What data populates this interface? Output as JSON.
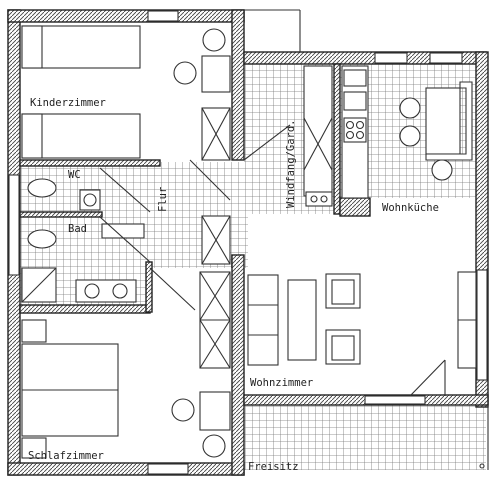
{
  "floor_plan": {
    "rooms": [
      {
        "id": "kinderzimmer",
        "label": "Kinderzimmer"
      },
      {
        "id": "wc",
        "label": "WC"
      },
      {
        "id": "bad",
        "label": "Bad"
      },
      {
        "id": "flur",
        "label": "Flur"
      },
      {
        "id": "windfang",
        "label": "Windfang/Gard."
      },
      {
        "id": "wohnkueche",
        "label": "Wohnküche"
      },
      {
        "id": "wohnzimmer",
        "label": "Wohnzimmer"
      },
      {
        "id": "schlafzimmer",
        "label": "Schlafzimmer"
      },
      {
        "id": "freisitz",
        "label": "Freisitz"
      }
    ],
    "colors": {
      "walls": "#222222",
      "hatch": "#555555",
      "tile_grid": "#666666",
      "background": "#ffffff"
    }
  }
}
